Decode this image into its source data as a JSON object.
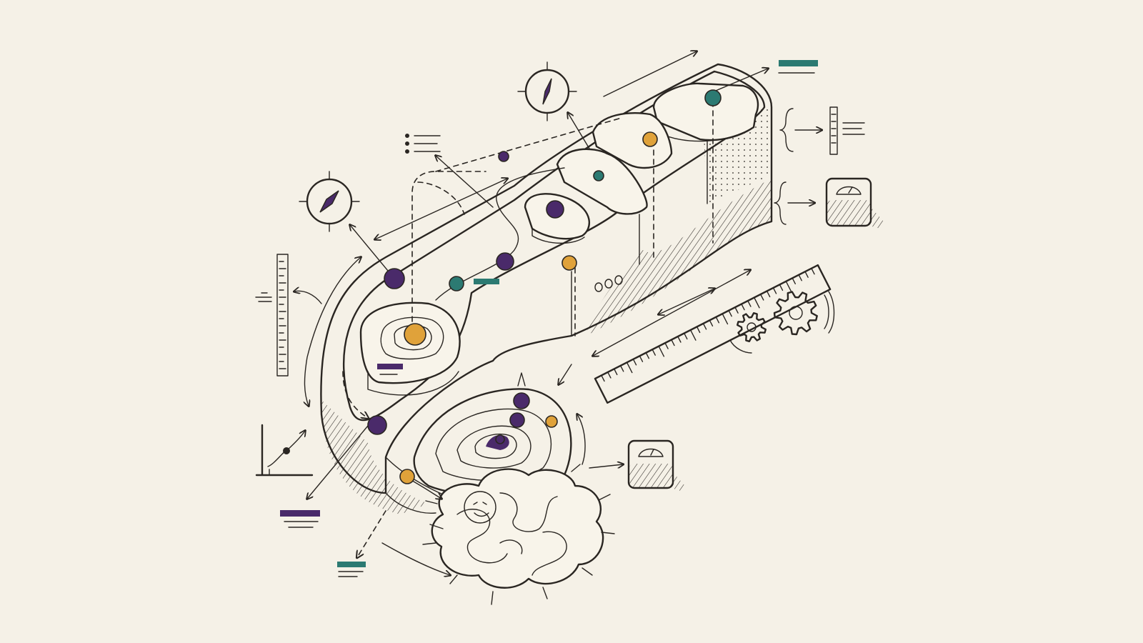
{
  "canvas": {
    "background": "#f5f1e7",
    "ink": "#2a2622"
  },
  "palette": {
    "purple": "#4a2a6a",
    "teal": "#2c7a72",
    "orange": "#e0a23a",
    "ink": "#2a2622"
  },
  "icons": [
    "compass-icon",
    "compass-icon",
    "gauge-icon",
    "scale-icon",
    "scale-icon",
    "ruler-icon",
    "gear-icon",
    "gear-icon",
    "chart-icon",
    "list-icon",
    "brain-icon"
  ],
  "markers": [
    {
      "color": "teal"
    },
    {
      "color": "orange"
    },
    {
      "color": "teal"
    },
    {
      "color": "purple"
    },
    {
      "color": "purple"
    },
    {
      "color": "orange"
    },
    {
      "color": "teal"
    },
    {
      "color": "purple"
    },
    {
      "color": "orange"
    },
    {
      "color": "purple"
    },
    {
      "color": "purple"
    },
    {
      "color": "orange"
    },
    {
      "color": "purple"
    },
    {
      "color": "purple"
    },
    {
      "color": "orange"
    },
    {
      "color": "purple"
    }
  ]
}
